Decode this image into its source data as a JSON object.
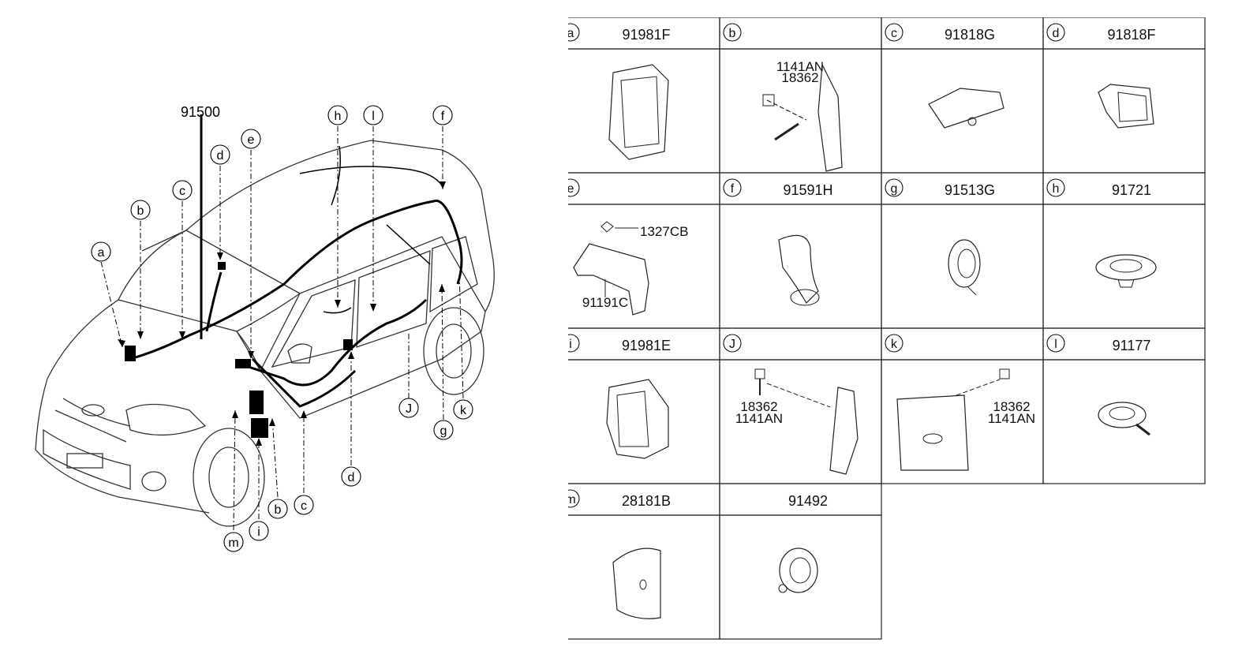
{
  "main_part_number": "91500",
  "callouts": {
    "a": "a",
    "b": "b",
    "c": "c",
    "d": "d",
    "e": "e",
    "f": "f",
    "g": "g",
    "h": "h",
    "i": "i",
    "J": "J",
    "k": "k",
    "l": "l",
    "m": "m"
  },
  "table": {
    "cells": [
      {
        "letter": "a",
        "part": "91981F",
        "sub": []
      },
      {
        "letter": "b",
        "part": "",
        "sub": [
          "1141AN",
          "18362"
        ]
      },
      {
        "letter": "c",
        "part": "91818G",
        "sub": []
      },
      {
        "letter": "d",
        "part": "91818F",
        "sub": []
      },
      {
        "letter": "e",
        "part": "",
        "sub": [
          "1327CB",
          "91191C"
        ]
      },
      {
        "letter": "f",
        "part": "91591H",
        "sub": []
      },
      {
        "letter": "g",
        "part": "91513G",
        "sub": []
      },
      {
        "letter": "h",
        "part": "91721",
        "sub": []
      },
      {
        "letter": "i",
        "part": "91981E",
        "sub": []
      },
      {
        "letter": "J",
        "part": "",
        "sub": [
          "18362",
          "1141AN"
        ]
      },
      {
        "letter": "k",
        "part": "",
        "sub": [
          "18362",
          "1141AN"
        ]
      },
      {
        "letter": "l",
        "part": "91177",
        "sub": []
      },
      {
        "letter": "m",
        "part": "28181B",
        "sub": []
      },
      {
        "letter": "",
        "part": "91492",
        "sub": []
      }
    ]
  }
}
